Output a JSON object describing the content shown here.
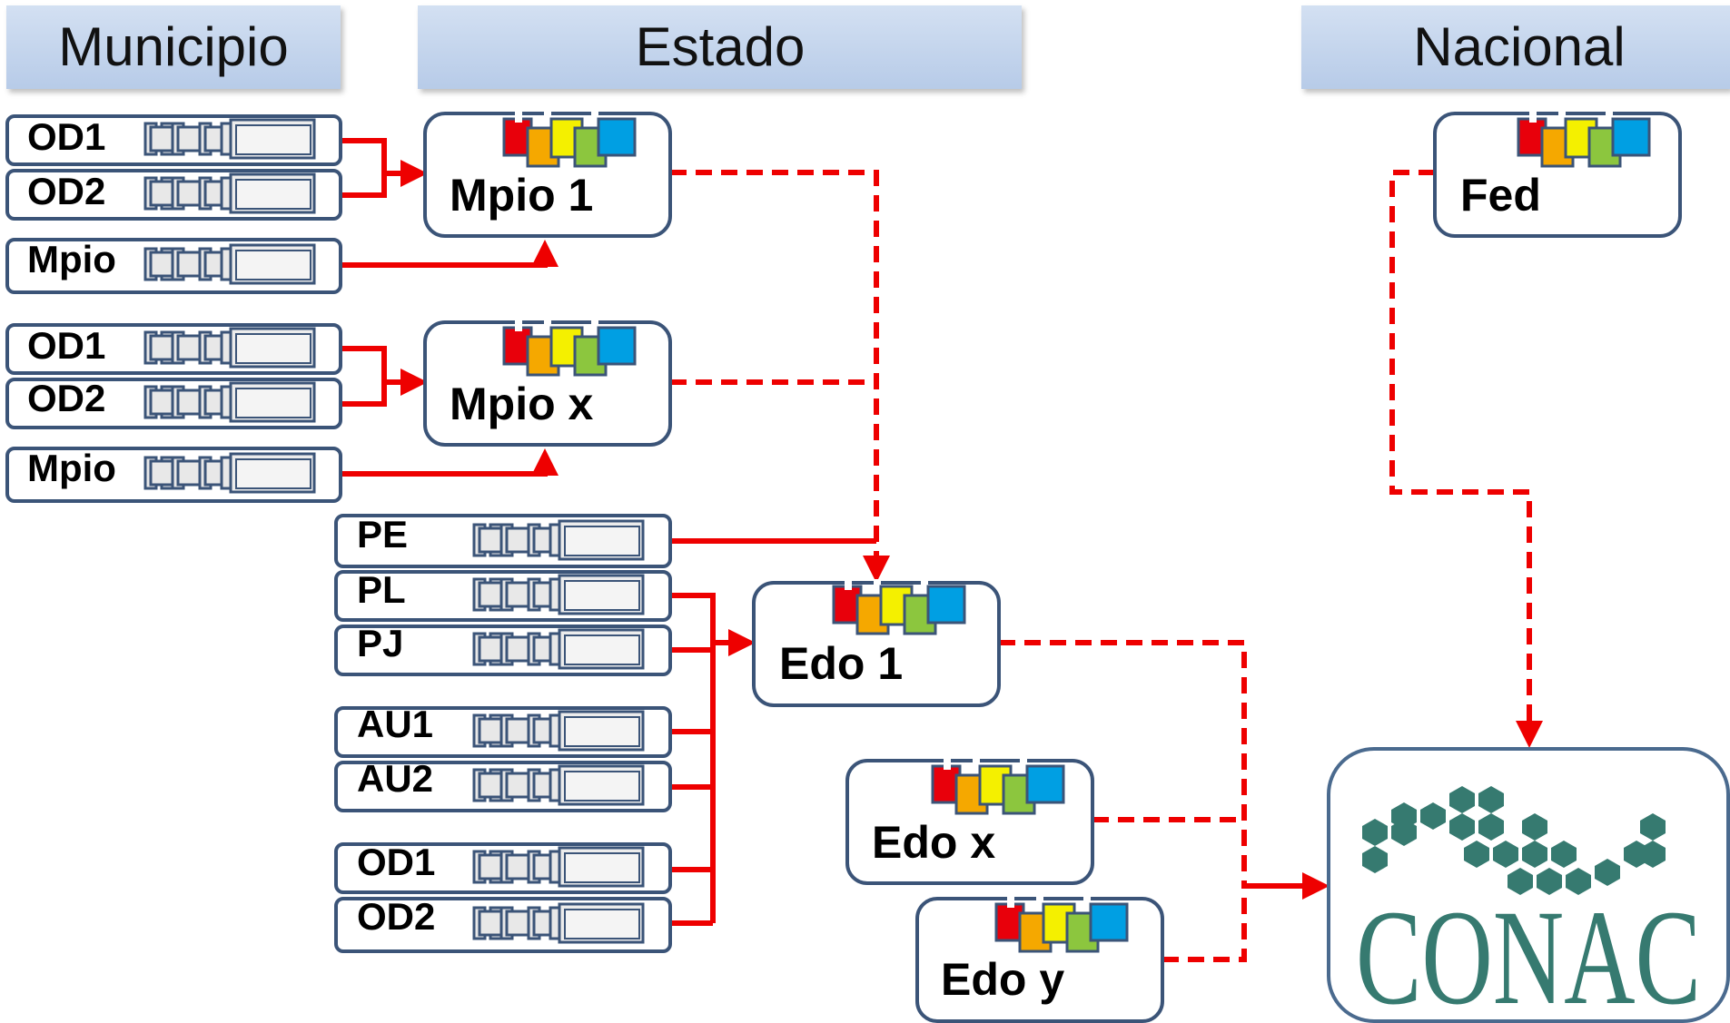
{
  "headers": {
    "municipio": "Municipio",
    "estado": "Estado",
    "nacional": "Nacional"
  },
  "sources": {
    "m1_od1": "OD1",
    "m1_od2": "OD2",
    "m1_mpio": "Mpio",
    "mx_od1": "OD1",
    "mx_od2": "OD2",
    "mx_mpio": "Mpio",
    "e_pe": "PE",
    "e_pl": "PL",
    "e_pj": "PJ",
    "e_au1": "AU1",
    "e_au2": "AU2",
    "e_od1": "OD1",
    "e_od2": "OD2"
  },
  "nodes": {
    "mpio1": "Mpio 1",
    "mpiox": "Mpio x",
    "edo1": "Edo 1",
    "edox": "Edo x",
    "edoy": "Edo y",
    "fed": "Fed"
  },
  "conac": {
    "label": "CONAC",
    "color": "#367a70"
  },
  "colors": {
    "connector": "#ee0000",
    "header_fill": "#c5d6ee",
    "box_border": "#3b5478",
    "tab_colors": [
      "#e8000b",
      "#f5a800",
      "#f4f000",
      "#8cc63e",
      "#009fe3"
    ]
  }
}
